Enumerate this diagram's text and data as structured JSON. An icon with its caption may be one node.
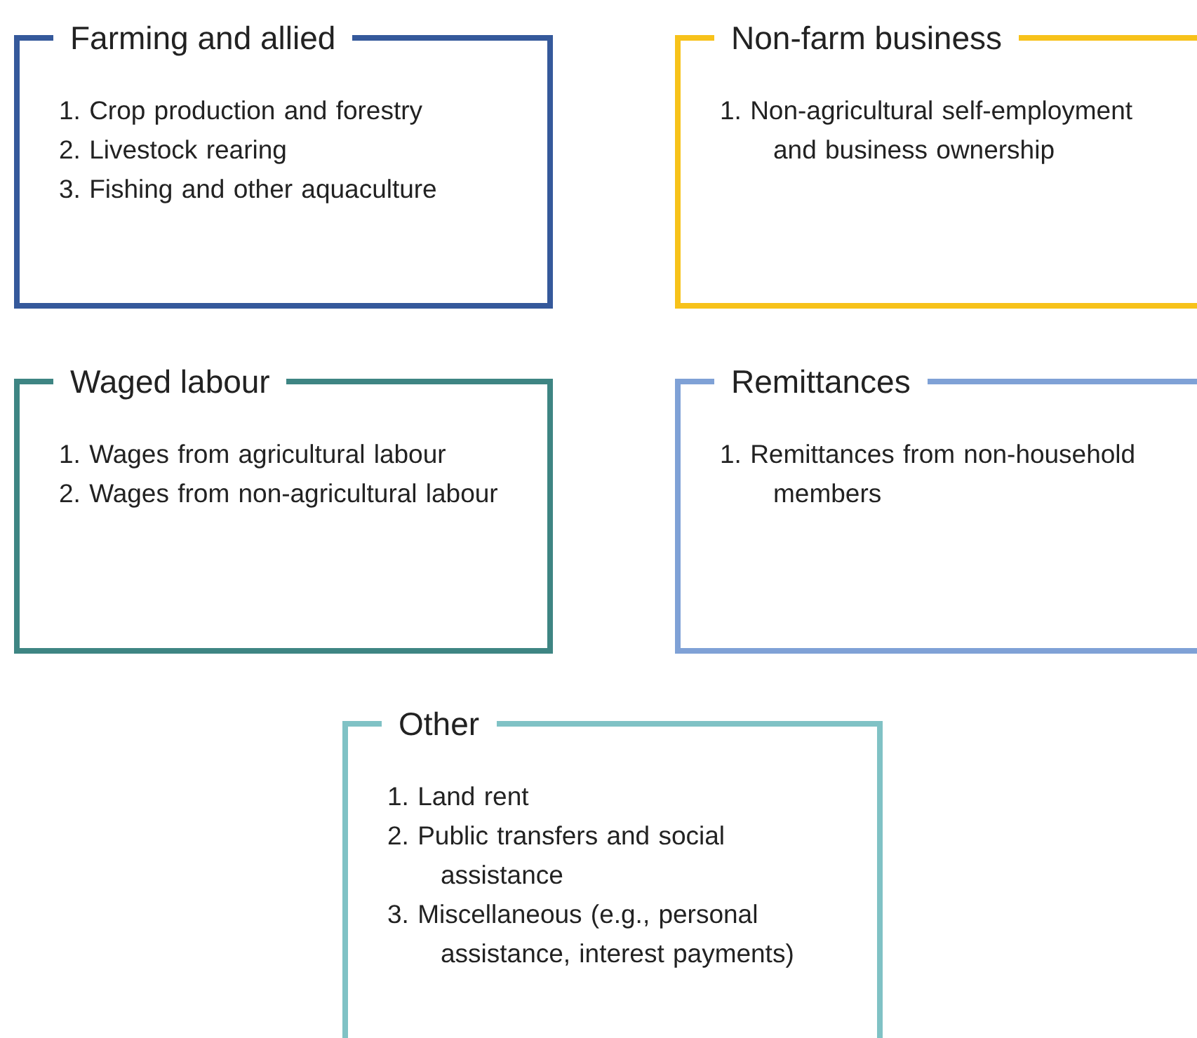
{
  "diagram": {
    "nodes": [
      {
        "text": [
          "Farming and allied",
          "1. Crop production and forestry",
          "2. Livestock rearing",
          "3. Fishing and other aquaculture"
        ]
      },
      {
        "text": [
          "Non-farm business",
          "1. Non-agricultural self-employment and business ownership"
        ]
      },
      {
        "text": [
          "Waged labour",
          "1. Wages from agricultural labour",
          "2. Wages from non-agricultural labour"
        ]
      },
      {
        "text": [
          "Remittances",
          "1. Remittances from non-household members"
        ]
      },
      {
        "text": [
          "Other",
          "1. Land rent",
          "2. Public transfers and social assistance",
          "3. Miscellaneous (e.g., personal assistance, interest payments)"
        ]
      }
    ]
  }
}
